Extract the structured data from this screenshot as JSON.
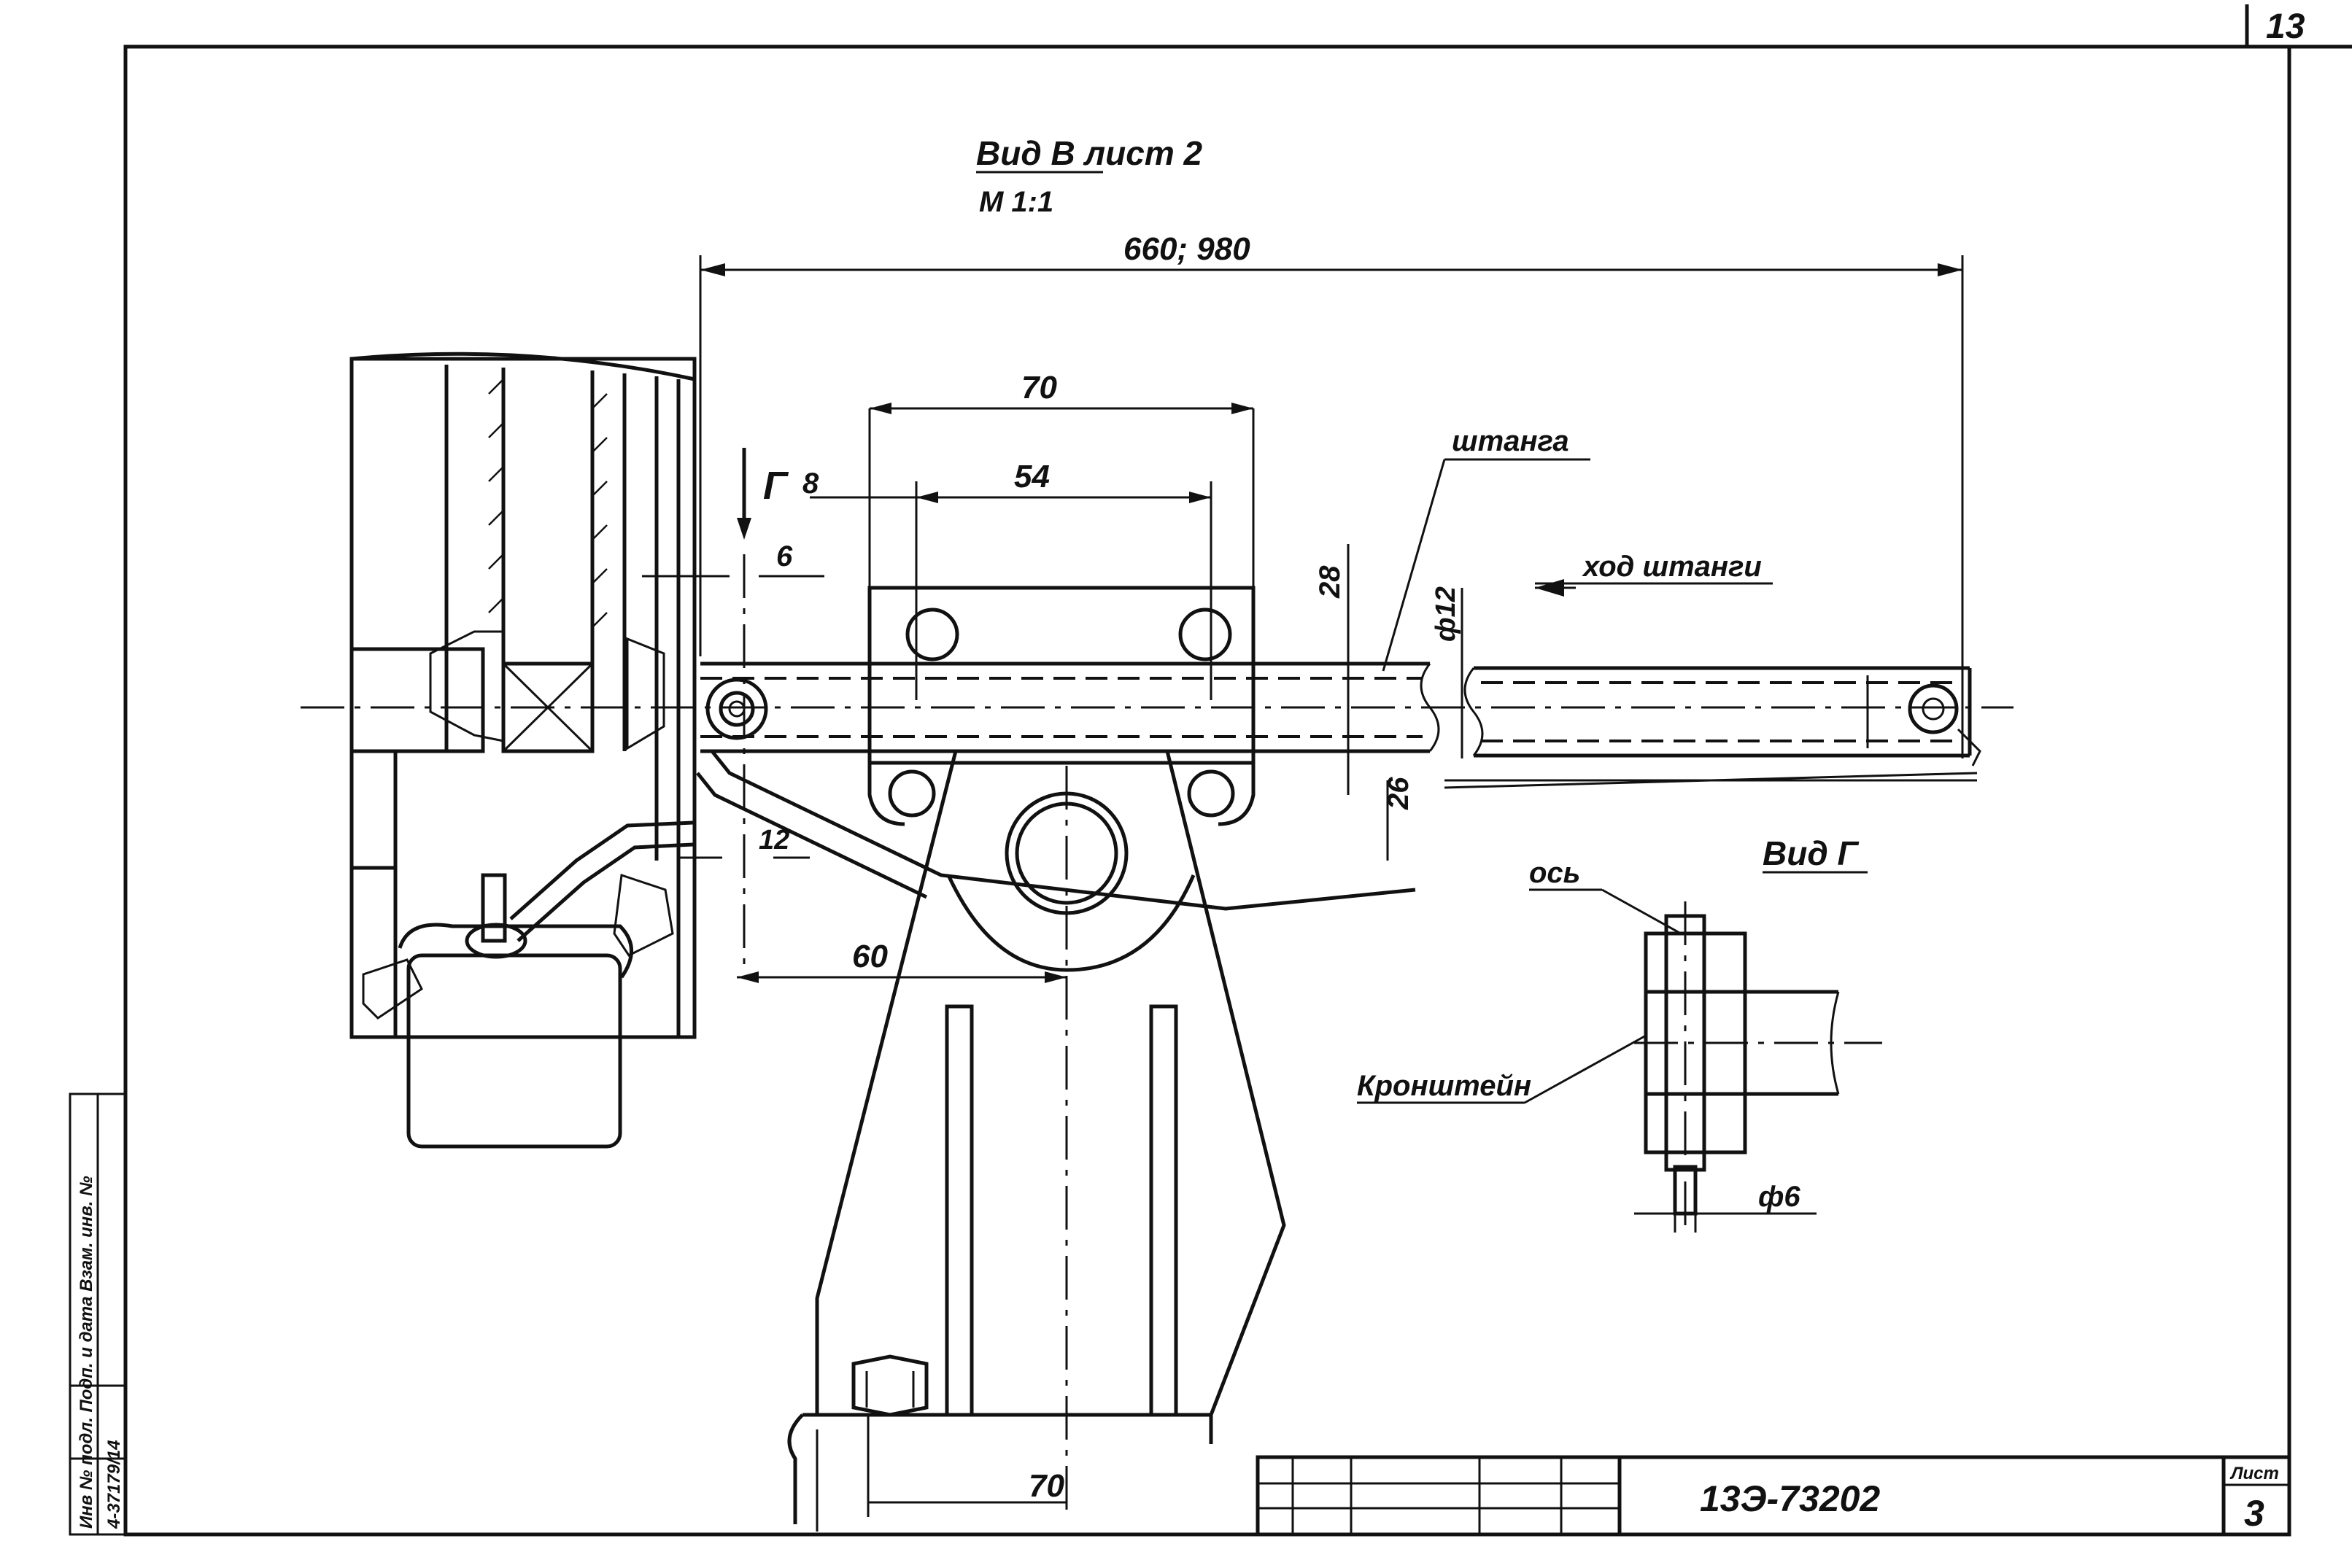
{
  "sheet": {
    "page_number": "13",
    "drawing_code": "13Э-73202",
    "sheet_label": "Лист",
    "sheet_number": "3"
  },
  "side_stamp": {
    "lines": [
      "Инв № подл.  Подп. и дата  Взам. инв. №",
      "4-37179/14"
    ]
  },
  "view_v": {
    "title": "Вид В лист 2",
    "scale": "М 1:1"
  },
  "view_g": {
    "title": "Вид Г",
    "label_axis": "ось",
    "label_bracket": "Кронштейн",
    "dim_diameter": "ф6"
  },
  "labels": {
    "rod": "штанга",
    "rod_travel": "ход штанги",
    "section_g": "Г"
  },
  "dimensions": {
    "overall": "660; 980",
    "block_width": "70",
    "hole_spacing": "54",
    "offset_8": "8",
    "gap_6": "6",
    "height_28": "28",
    "rod_diameter": "ф12",
    "height_26": "26",
    "gap_12": "12",
    "offset_60": "60",
    "base_70": "70"
  }
}
